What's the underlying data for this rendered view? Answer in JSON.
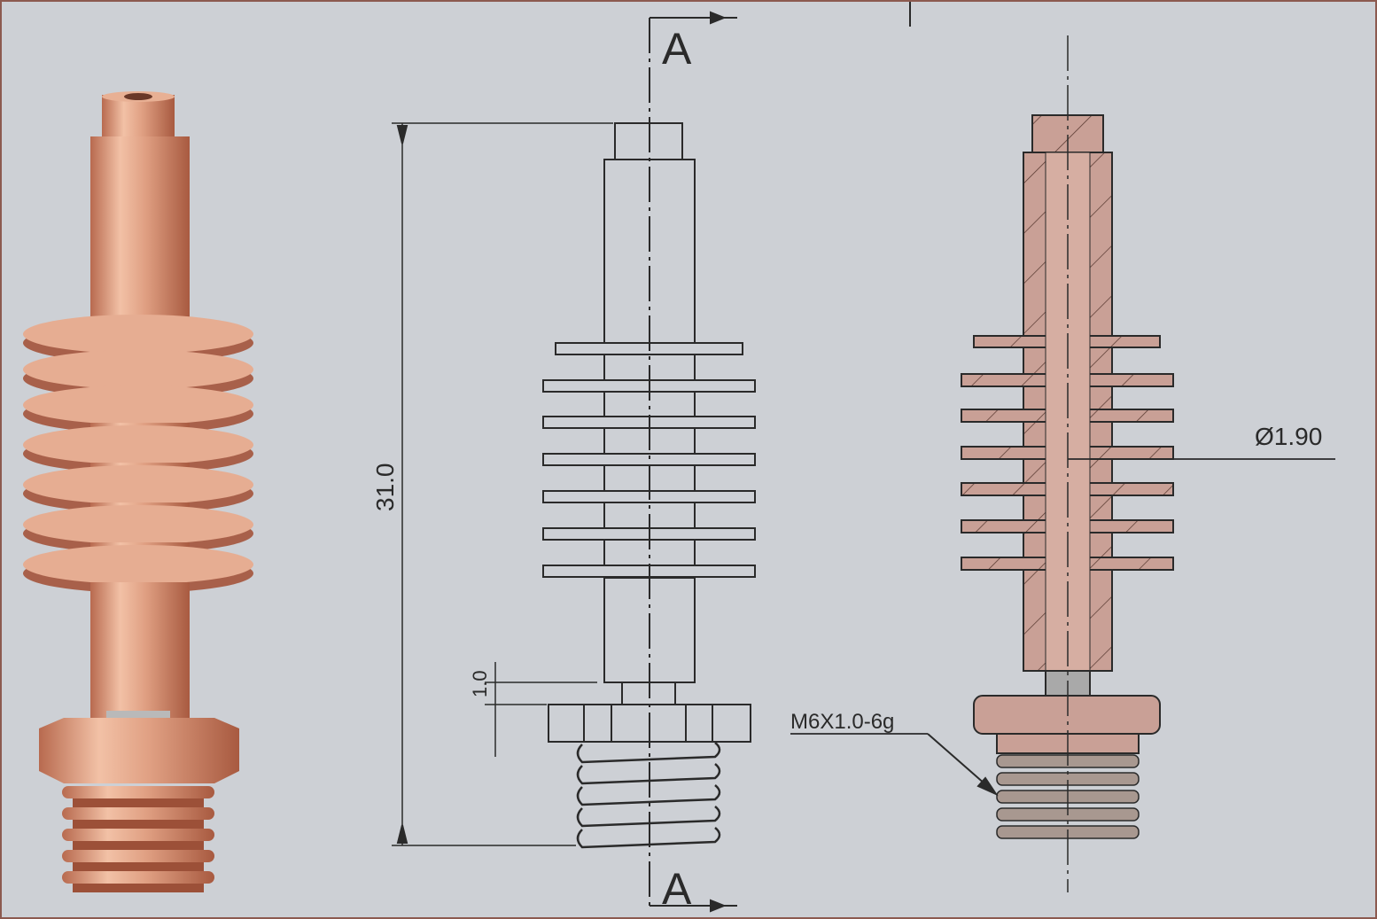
{
  "section_labels": {
    "top": "A",
    "bottom": "A"
  },
  "dimensions": {
    "overall_length": "31.0",
    "neck_length": "1.0",
    "bore_diameter": "Ø1.90",
    "thread_spec": "M6X1.0-6g"
  },
  "colors": {
    "background": "#cdd0d5",
    "copper": "#d9987a",
    "section_fill": "#c9a096",
    "line": "#2a2a2a",
    "border": "#8c5a50"
  }
}
